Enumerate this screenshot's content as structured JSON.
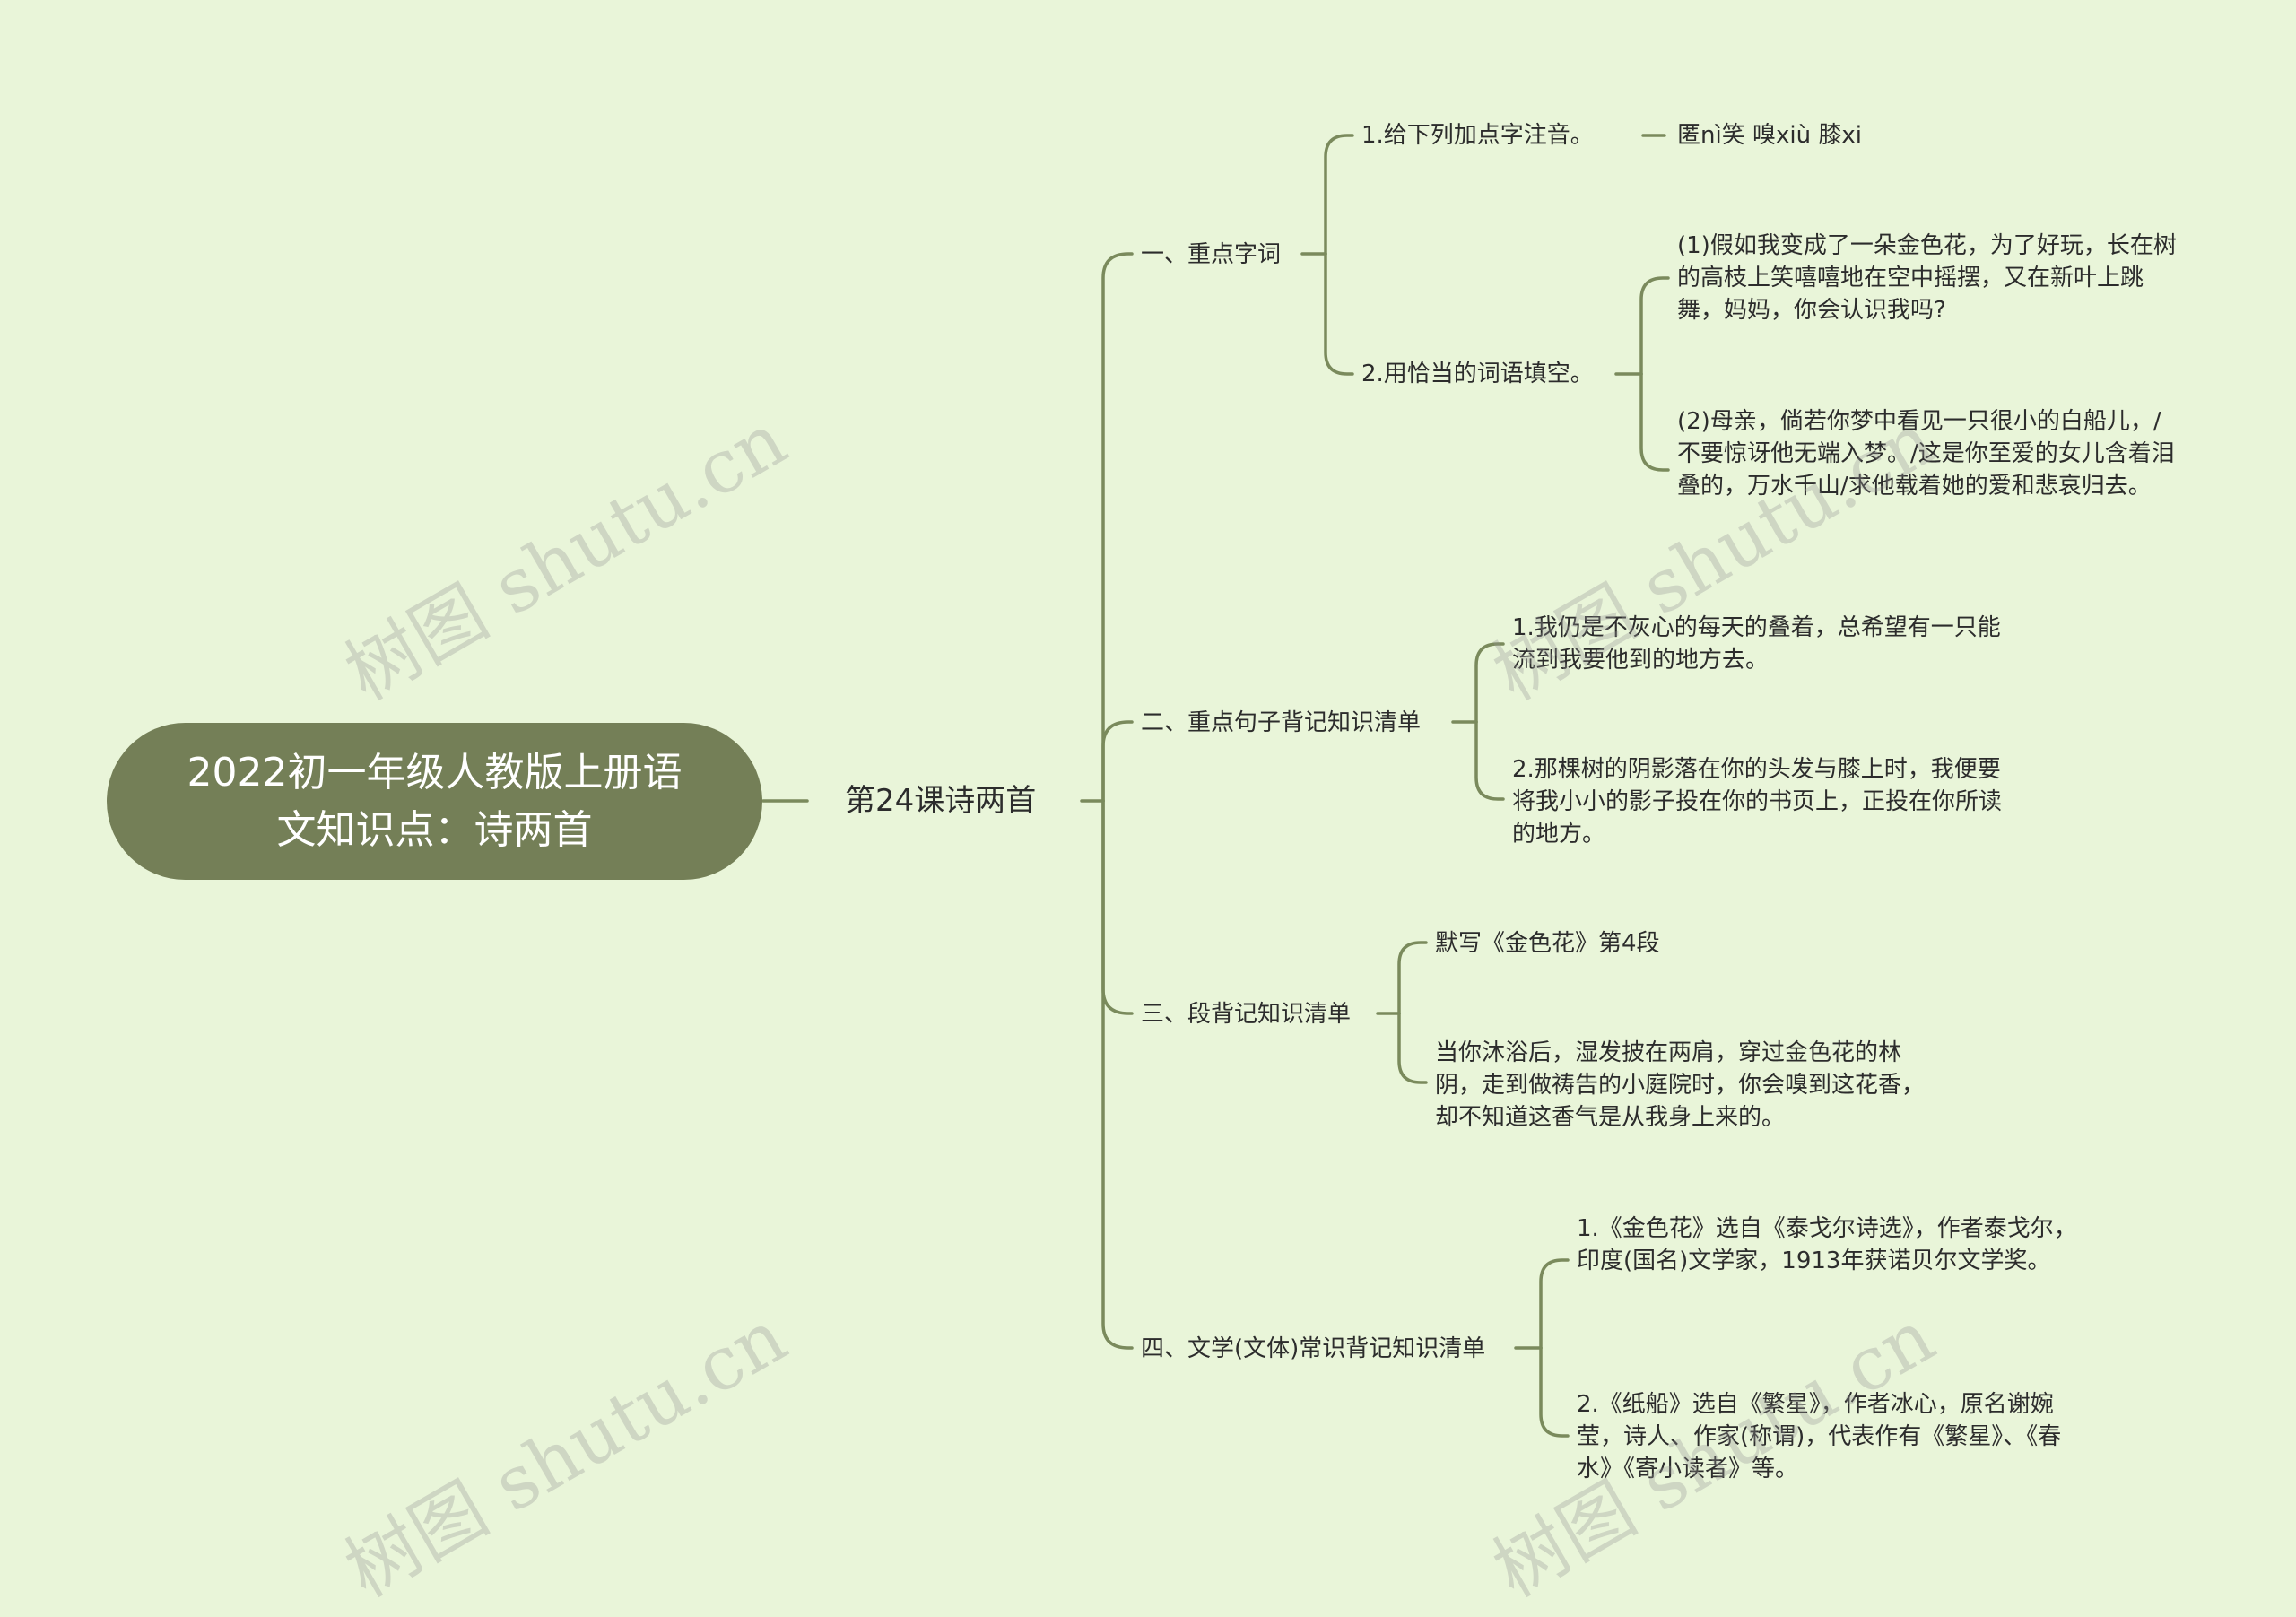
{
  "root": {
    "title": "2022初一年级人教版上册语文知识点：诗两首"
  },
  "lesson": {
    "title": "第24课诗两首"
  },
  "sections": [
    {
      "label": "一、重点字词",
      "items": [
        {
          "label": "1.给下列加点字注音。",
          "answer": "匿nì笑 嗅xiù 膝xi"
        },
        {
          "label": "2.用恰当的词语填空。",
          "subitems": [
            "(1)假如我变成了一朵金色花，为了好玩，长在树的高枝上笑嘻嘻地在空中摇摆，又在新叶上跳舞，妈妈，你会认识我吗?",
            "(2)母亲，倘若你梦中看见一只很小的白船儿，/不要惊讶他无端入梦。/这是你至爱的女儿含着泪叠的，万水千山/求他载着她的爱和悲哀归去。"
          ]
        }
      ]
    },
    {
      "label": "二、重点句子背记知识清单",
      "items": [
        "1.我仍是不灰心的每天的叠着，总希望有一只能流到我要他到的地方去。",
        "2.那棵树的阴影落在你的头发与膝上时，我便要将我小小的影子投在你的书页上，正投在你所读的地方。"
      ]
    },
    {
      "label": "三、段背记知识清单",
      "items": [
        "默写《金色花》第4段",
        "当你沐浴后，湿发披在两肩，穿过金色花的林阴，走到做祷告的小庭院时，你会嗅到这花香，却不知道这香气是从我身上来的。"
      ]
    },
    {
      "label": "四、文学(文体)常识背记知识清单",
      "items": [
        "1.《金色花》选自《泰戈尔诗选》，作者泰戈尔，印度(国名)文学家，1913年获诺贝尔文学奖。",
        "2.《纸船》选自《繁星》，作者冰心，原名谢婉莹，诗人、作家(称谓)，代表作有《繁星》、《春水》《寄小读者》等。"
      ]
    }
  ],
  "watermark": {
    "text": "树图 shutu.cn"
  },
  "colors": {
    "background": "#e9f5d9",
    "root_fill": "#747f57",
    "link": "#7a8a5c"
  }
}
